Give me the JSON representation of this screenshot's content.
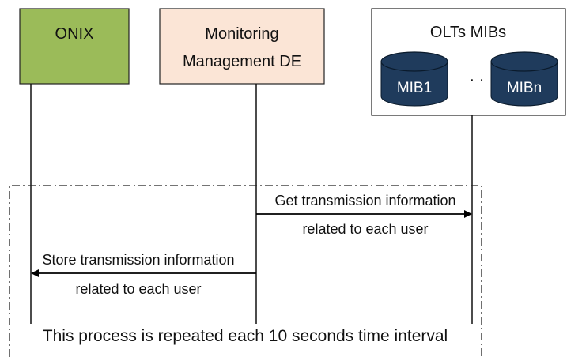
{
  "actors": {
    "onix": {
      "label": "ONIX",
      "fill": "#9bbb59"
    },
    "monitoring": {
      "line1": "Monitoring",
      "line2": "Management DE",
      "fill": "#fbe5d6"
    },
    "olts": {
      "title": "OLTs MIBs",
      "fill": "#ffffff"
    }
  },
  "mibs": {
    "first": "MIB1",
    "ellipsis": "· ·",
    "last": "MIBn",
    "fill": "#1f3b5c"
  },
  "messages": {
    "get": {
      "line1": "Get transmission information",
      "line2": "related to each user"
    },
    "store": {
      "line1": "Store transmission information",
      "line2": "related to each user"
    }
  },
  "loop": {
    "caption": "This process is repeated each 10 seconds time interval"
  }
}
